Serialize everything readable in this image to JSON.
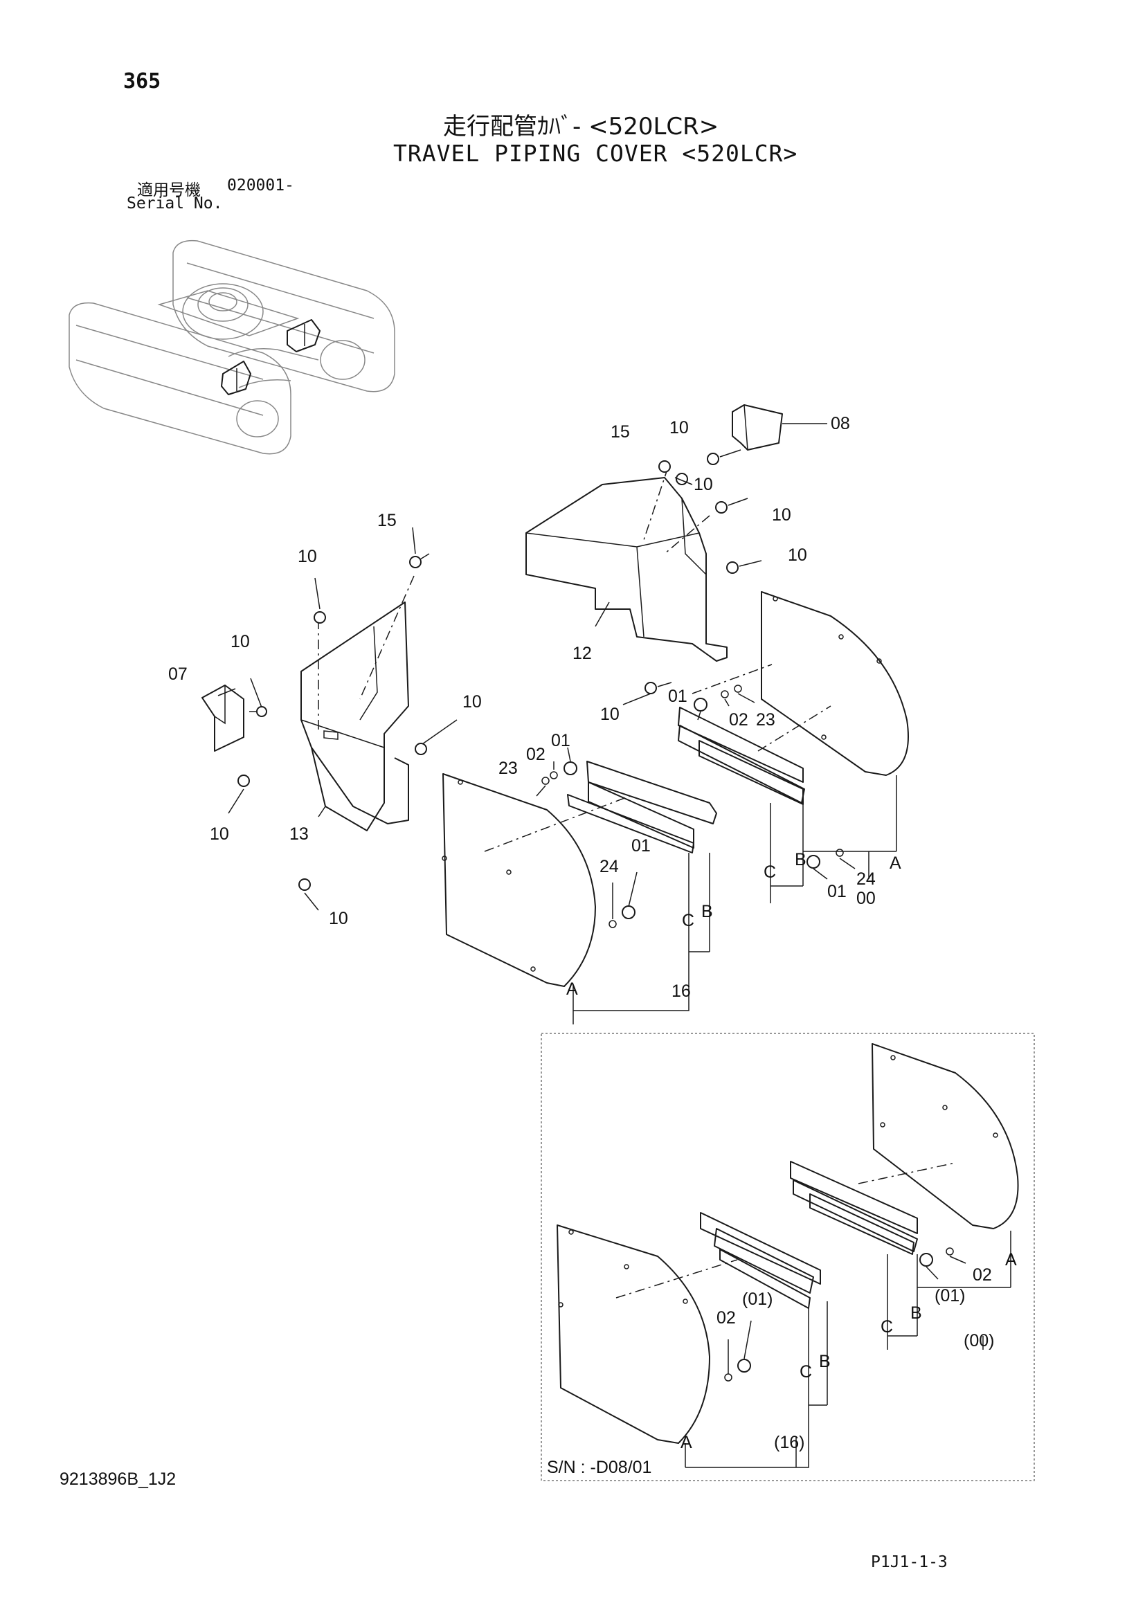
{
  "header": {
    "page_number": "365",
    "title_jp": "走行配管ｶﾊﾞ- <520LCR>",
    "title_en": "TRAVEL PIPING COVER <520LCR>",
    "serial_label_jp": "適用号機",
    "serial_number": "020001-",
    "serial_label_en": "Serial No."
  },
  "footer": {
    "document_code": "9213896B_1J2",
    "page_ref": "P1J1-1-3"
  },
  "callouts": {
    "c00": "00",
    "c01": "01",
    "c02": "02",
    "c07": "07",
    "c08": "08",
    "c10": "10",
    "c12": "12",
    "c13": "13",
    "c15": "15",
    "c16": "16",
    "c23": "23",
    "c24": "24",
    "A": "A",
    "B": "B",
    "C": "C",
    "p00": "(00)",
    "p01": "(01)",
    "p16": "(16)"
  },
  "inset": {
    "serial_range": "S/N : -D08/01"
  }
}
